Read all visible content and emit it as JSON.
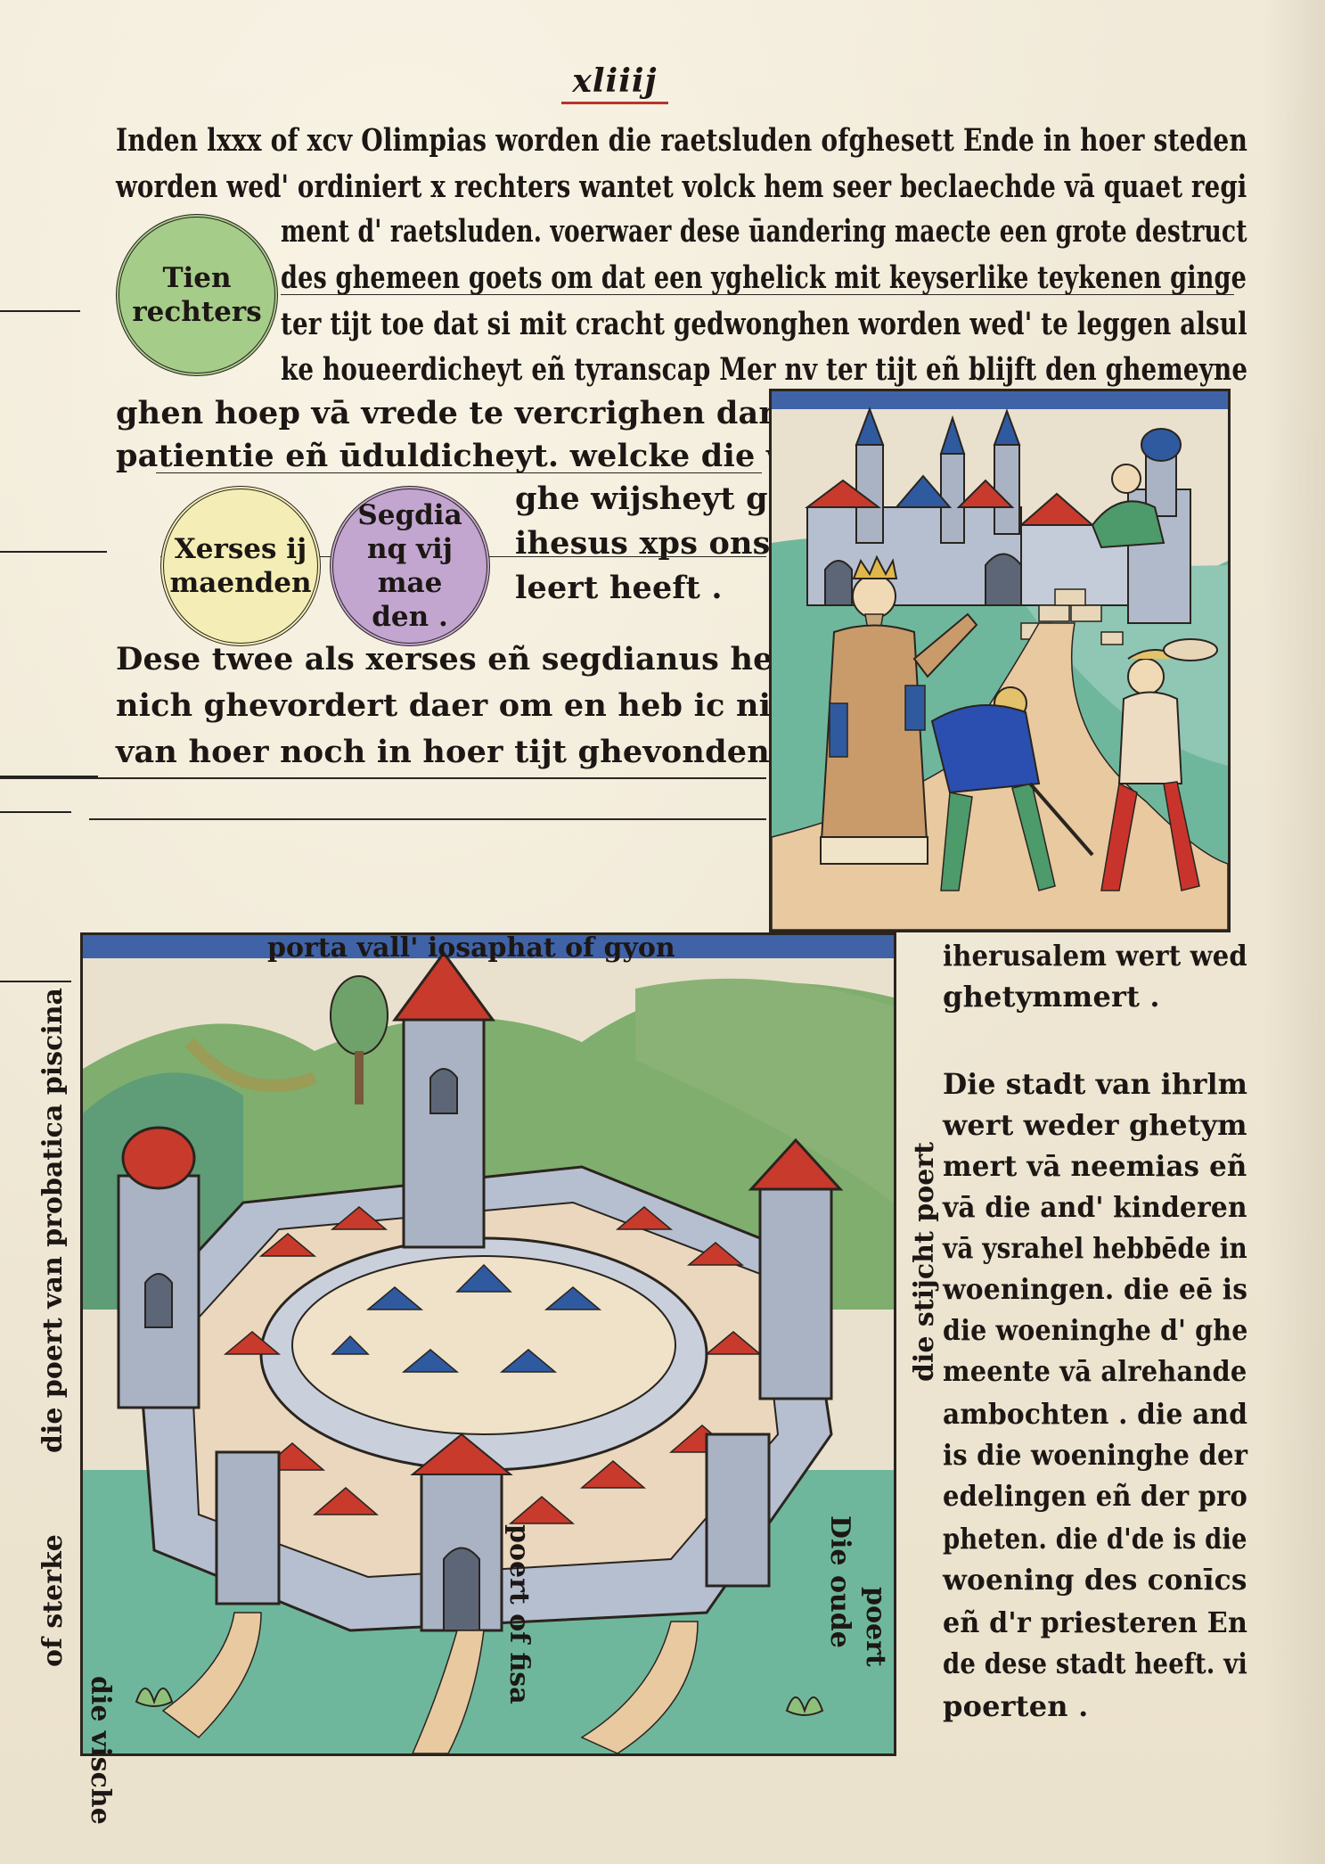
{
  "folio": "xliiij",
  "top_text": [
    "Inden lxxx of xcv Olimpias worden die raetsluden ofghesett Ende in hoer steden",
    "worden wed' ordiniert x rechters wantet volck hem seer beclaechde vā quaet regi",
    "ment d' raetsluden. voerwaer dese ūandering maecte een grote destruct",
    "des ghemeen goets om dat een yghelick mit keyserlike teykenen ginge",
    "ter tijt toe dat si mit cracht gedwonghen worden wed' te leggen alsul",
    "ke houeerdicheyt eñ tyranscap Mer nv ter tijt eñ blijft den ghemeyne",
    "ghen hoep vā vrede te vercrighen dan alleen doer",
    "patientie eñ ūduldicheyt. welcke die waerachti",
    "ghe wijsheyt gods",
    "ihesus xps ons ge",
    "leert heeft ."
  ],
  "middle_text": [
    "Dese twee als xerses eñ segdianus hebben wey",
    "nich ghevordert daer om en heb ic niet notabels",
    "van hoer noch in hoer tijt ghevonden ."
  ],
  "right_text": [
    "iherusalem wert wed",
    "ghetymmert .",
    "Die stadt van ihrlm",
    "wert weder ghetym",
    "mert vā neemias eñ",
    "vā die and' kinderen",
    "vā ysrahel hebbēde in",
    "woeningen. die eē is",
    "die woeninghe d' ghe",
    "meente vā alrehande",
    "ambochten . die and",
    "is die woeninghe der",
    "edelingen eñ der pro",
    "pheten. die d'de is die",
    "woening des conīcs",
    "eñ d'r priesteren En",
    "de dese stadt heeft. vi",
    "poerten ."
  ],
  "circles": {
    "tien": "Tien\nrechters",
    "xerses": "Xerses ij\nmaenden",
    "segdia": "Segdia\nnq vij mae\nden ."
  },
  "woodcut_labels": {
    "top": "porta vall' iosaphat of gyon",
    "left_vertical": "die poert van probatica piscina",
    "left_bottom": "of sterke",
    "bottom_a": "die vische",
    "bottom_b": "poert of fisa",
    "bottom_c": "Die oude",
    "bottom_d": "poert",
    "right_vertical": "die stijcht poert"
  },
  "colors": {
    "rubric_red": "#b4271f",
    "ink": "#1c1714",
    "paper": "#efe7d4",
    "green_wash": "#6fb79c",
    "roof_red": "#c83a2c",
    "roof_blue": "#2f5aa0",
    "wall_gray": "#a9b3c4"
  }
}
